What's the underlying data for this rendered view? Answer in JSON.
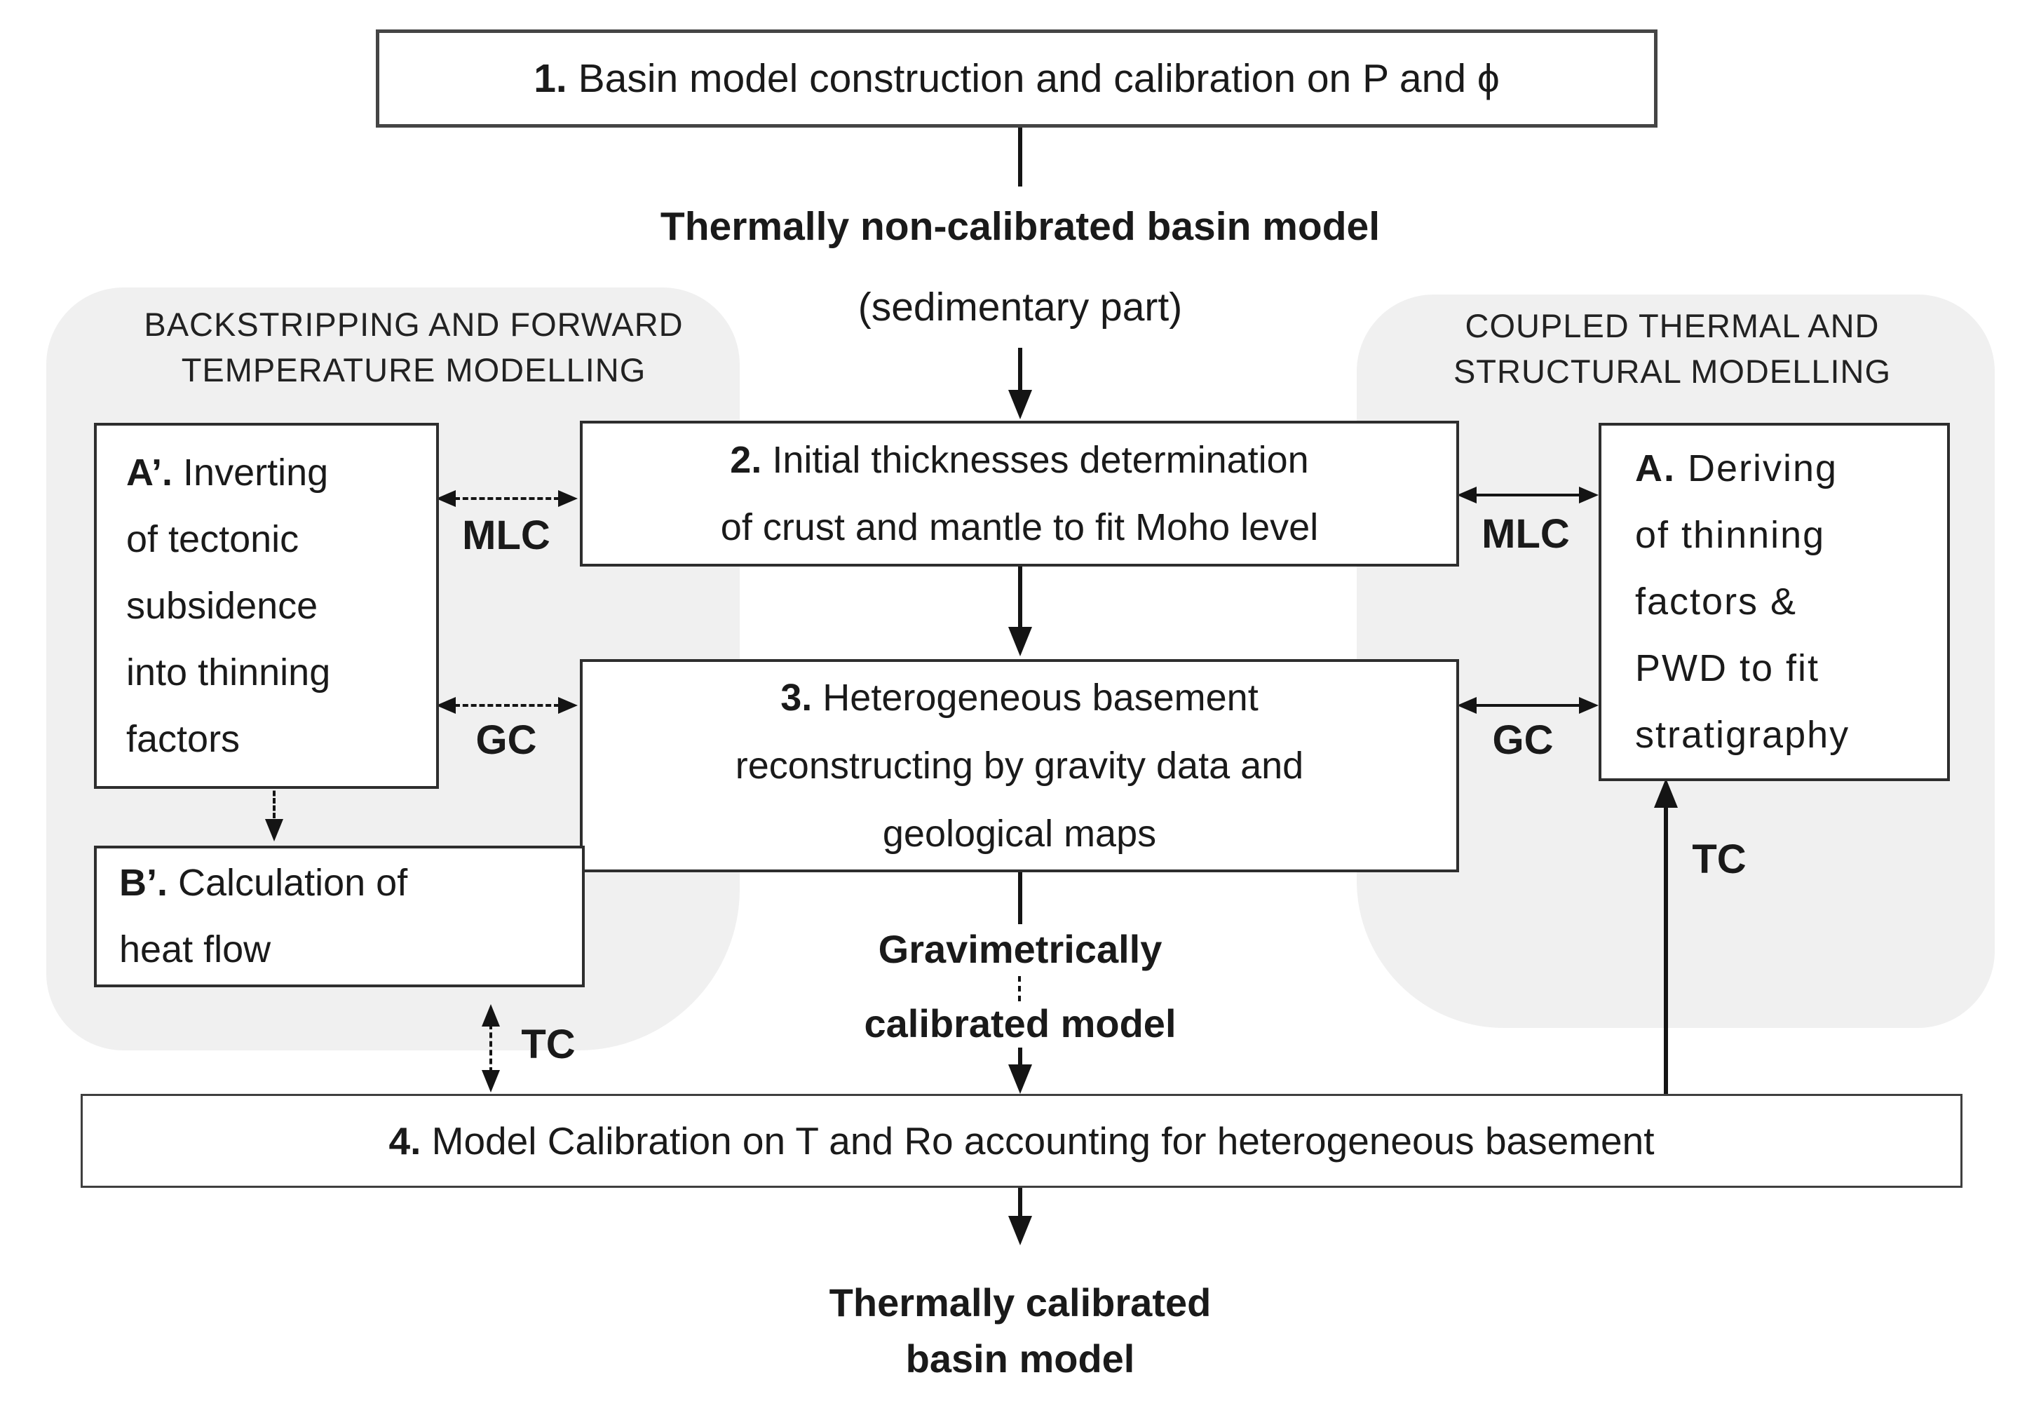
{
  "boxes": {
    "b1": {
      "num": "1.",
      "text": " Basin model construction and calibration on P and ϕ"
    },
    "b2": {
      "num": "2.",
      "text": " Initial thicknesses determination\nof crust and mantle to fit Moho level"
    },
    "b3": {
      "num": "3.",
      "text": " Heterogeneous basement\nreconstructing by gravity data and\ngeological maps"
    },
    "b4": {
      "num": "4.",
      "text": " Model Calibration on T and Ro accounting for heterogeneous basement"
    },
    "bA1": {
      "num": "A’.",
      "text": " Inverting\nof tectonic\nsubsidence\ninto thinning\nfactors"
    },
    "bA": {
      "num": "A.",
      "text": " Deriving\nof thinning\nfactors &\nPWD to fit\nstratigraphy"
    },
    "bB1": {
      "num": "B’.",
      "text": " Calculation of\nheat flow"
    }
  },
  "panels": {
    "left": {
      "title": "BACKSTRIPPING AND FORWARD\nTEMPERATURE MODELLING"
    },
    "right": {
      "title": "COUPLED THERMAL AND\nSTRUCTURAL MODELLING"
    }
  },
  "flow_labels": {
    "f1": {
      "line1": "Thermally non-calibrated basin model",
      "line2": "(sedimentary part)"
    },
    "f2": {
      "line1": "Gravimetrically",
      "line2": "calibrated model"
    },
    "f3": {
      "line1": "Thermally calibrated",
      "line2": "basin model"
    }
  },
  "connectors": {
    "mlc": "MLC",
    "gc": "GC",
    "tc": "TC"
  },
  "colors": {
    "panel_bg": "#f0f0f0",
    "line": "#141414",
    "box_border": "#2e2e2e"
  }
}
